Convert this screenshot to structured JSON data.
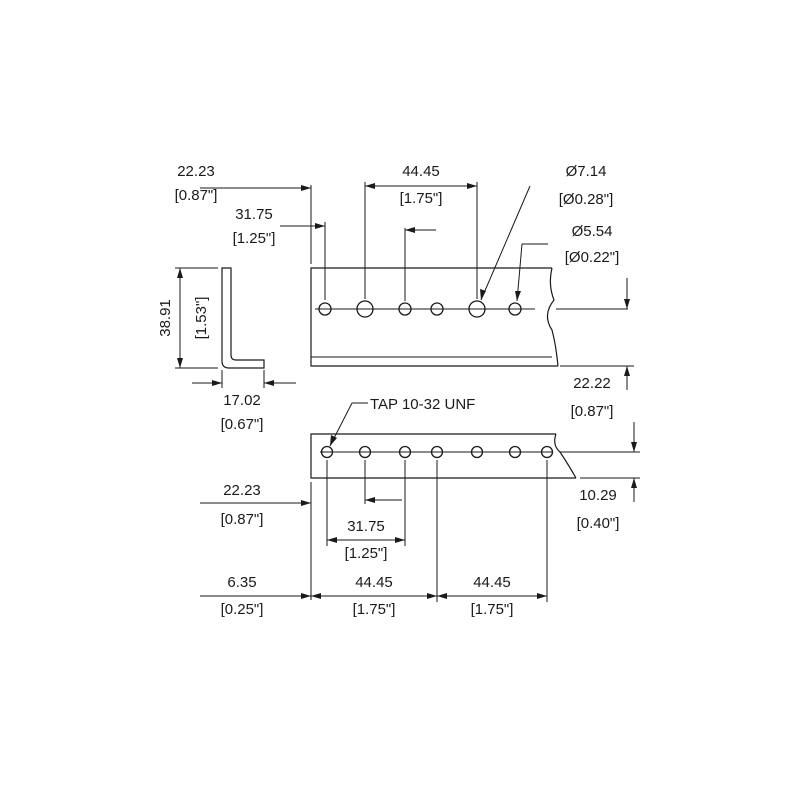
{
  "drawing": {
    "line_color": "#1a1a1a",
    "background": "#ffffff",
    "labels": {
      "top_left_mm": "22.23",
      "top_left_in": "[0.87\"]",
      "top_second_mm": "31.75",
      "top_second_in": "[1.25\"]",
      "top_pitch_mm": "44.45",
      "top_pitch_in": "[1.75\"]",
      "large_hole_mm": "Ø7.14",
      "large_hole_in": "[Ø0.28\"]",
      "small_hole_mm": "Ø5.54",
      "small_hole_in": "[Ø0.22\"]",
      "height_mm": "38.91",
      "height_in": "[1.53\"]",
      "flange_mm": "17.02",
      "flange_in": "[0.67\"]",
      "top_offset_mm": "22.22",
      "top_offset_in": "[0.87\"]",
      "tap_label": "TAP 10-32 UNF",
      "bottom_left_mm": "22.23",
      "bottom_left_in": "[0.87\"]",
      "bottom_offset_mm": "10.29",
      "bottom_offset_in": "[0.40\"]",
      "bottom_second_mm": "31.75",
      "bottom_second_in": "[1.25\"]",
      "edge_mm": "6.35",
      "edge_in": "[0.25\"]",
      "pitch_a_mm": "44.45",
      "pitch_a_in": "[1.75\"]",
      "pitch_b_mm": "44.45",
      "pitch_b_in": "[1.75\"]"
    }
  }
}
